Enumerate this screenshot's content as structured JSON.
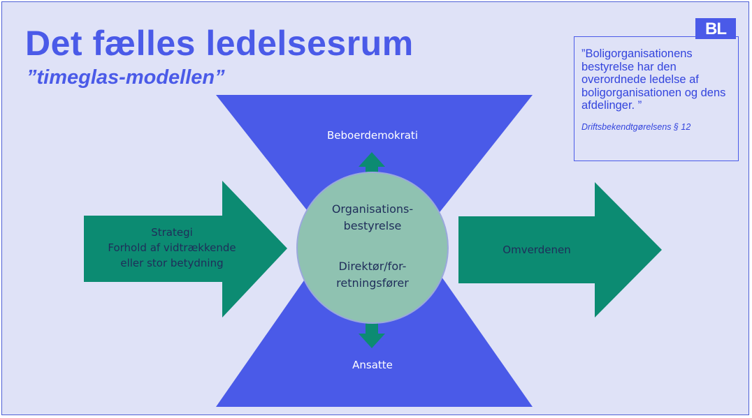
{
  "heading": {
    "title": "Det fælles ledelsesrum",
    "subtitle": "”timeglas-modellen”"
  },
  "logo": {
    "text": "BL"
  },
  "quote_box": {
    "text": "”Boligorganisationens bestyrelse har den overordnede ledelse af boligorganisationen og dens afdelinger. ”",
    "source": "Driftsbekendtgørelsens § 12"
  },
  "diagram": {
    "top_label": "Beboerdemokrati",
    "bottom_label": "Ansatte",
    "left_arrow_lines": [
      "Strategi",
      "Forhold af vidtrækkende",
      "eller stor betydning"
    ],
    "right_arrow_label": "Omverdenen",
    "circle_lines_top": [
      "Organisations-",
      "bestyrelse"
    ],
    "circle_lines_bottom": [
      "Direktør/for-",
      "retningsfører"
    ]
  },
  "colors": {
    "background": "#dfe2f7",
    "title_blue": "#4a5ae8",
    "hourglass_blue": "#4a5ae8",
    "arrow_teal": "#0c8b72",
    "circle_fill": "#8fc2b1",
    "circle_stroke": "#9aa8dc"
  }
}
